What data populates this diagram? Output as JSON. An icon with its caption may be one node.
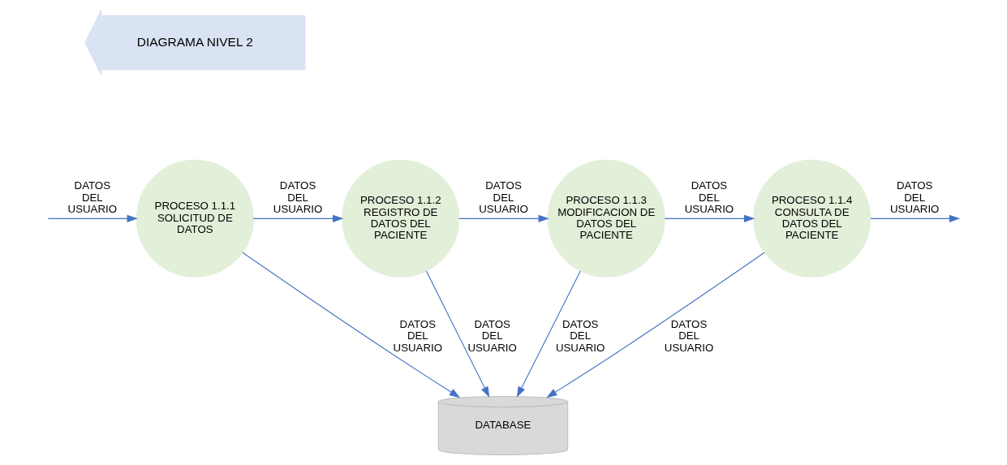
{
  "diagram": {
    "nodes": [
      {
        "text": [
          "DIAGRAMA NIVEL 2"
        ]
      },
      {
        "text": [
          "PROCESO 1.1.1 SOLICITUD DE DATOS"
        ]
      },
      {
        "text": [
          "PROCESO 1.1.2 REGISTRO DE DATOS DEL PACIENTE"
        ]
      },
      {
        "text": [
          "PROCESO 1.1.3 MODIFICACION DE DATOS DEL PACIENTE"
        ]
      },
      {
        "text": [
          "PROCESO 1.1.4 CONSULTA DE DATOS DEL PACIENTE"
        ]
      },
      {
        "text": [
          "DATABASE"
        ]
      }
    ],
    "edges": [
      {
        "from": null,
        "to": 1,
        "arrow": "to",
        "label": "DATOS DEL USUARIO"
      },
      {
        "from": 1,
        "to": 2,
        "arrow": "to",
        "label": "DATOS DEL USUARIO"
      },
      {
        "from": 2,
        "to": 3,
        "arrow": "to",
        "label": "DATOS DEL USUARIO"
      },
      {
        "from": 3,
        "to": 4,
        "arrow": "to",
        "label": "DATOS DEL USUARIO"
      },
      {
        "from": 4,
        "to": null,
        "arrow": "to",
        "label": "DATOS DEL USUARIO"
      },
      {
        "from": 1,
        "to": 5,
        "arrow": "to",
        "label": "DATOS DEL USUARIO"
      },
      {
        "from": 2,
        "to": 5,
        "arrow": "to",
        "label": "DATOS DEL USUARIO"
      },
      {
        "from": 3,
        "to": 5,
        "arrow": "to",
        "label": "DATOS DEL USUARIO"
      },
      {
        "from": 4,
        "to": 5,
        "arrow": "to",
        "label": "DATOS DEL USUARIO"
      }
    ]
  }
}
